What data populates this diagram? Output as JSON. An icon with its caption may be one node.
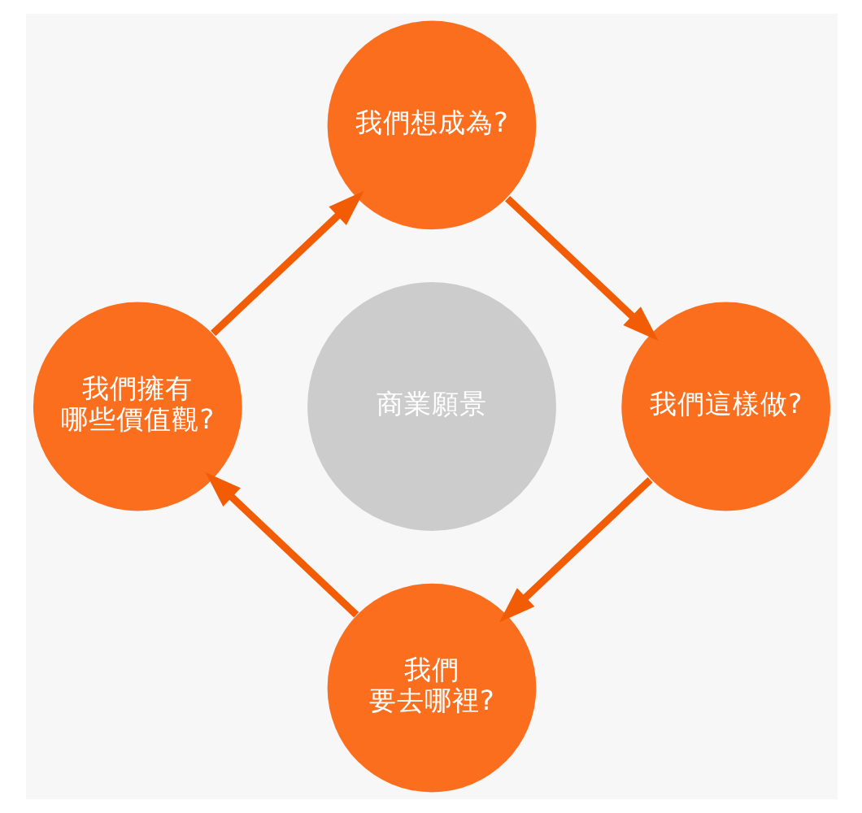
{
  "diagram": {
    "nodes": [
      {
        "text": [
          "商業願景"
        ]
      },
      {
        "text": [
          "我們想成為?"
        ]
      },
      {
        "text": [
          "我們這樣做?"
        ]
      },
      {
        "text": [
          "我們要去哪裡?"
        ]
      },
      {
        "text": [
          "我們擁有哪些價值觀?"
        ]
      }
    ],
    "edges": [
      {
        "from": 1,
        "to": 2,
        "arrow": "to"
      },
      {
        "from": 2,
        "to": 3,
        "arrow": "to"
      },
      {
        "from": 3,
        "to": 4,
        "arrow": "to"
      },
      {
        "from": 4,
        "to": 1,
        "arrow": "to"
      }
    ]
  }
}
